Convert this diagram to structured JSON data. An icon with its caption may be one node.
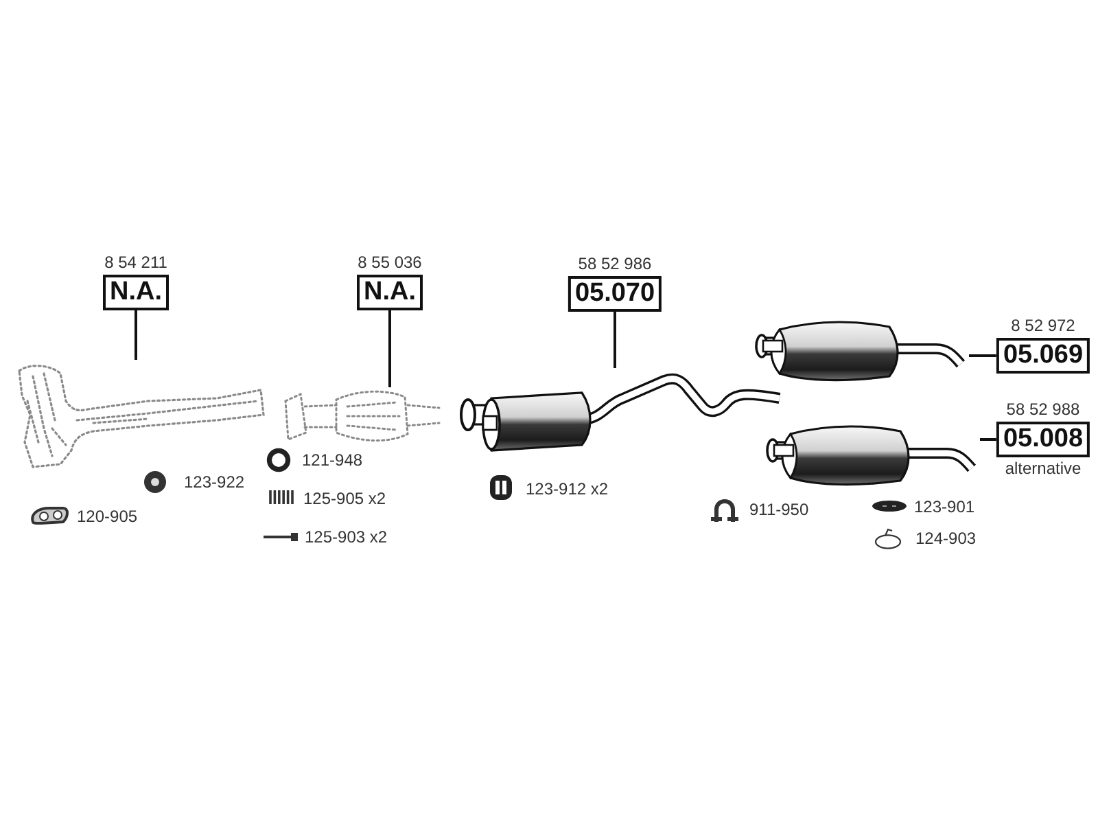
{
  "diagram": {
    "nodes": [
      {
        "text": [
          "N.A."
        ],
        "beside": [
          "8 54 211"
        ]
      },
      {
        "text": [],
        "shape": "picture"
      },
      {
        "text": [
          "N.A."
        ],
        "beside": [
          "8 55 036"
        ]
      },
      {
        "text": [],
        "shape": "picture"
      },
      {
        "text": [
          "05.070"
        ],
        "beside": [
          "58 52 986"
        ]
      },
      {
        "text": [],
        "shape": "picture"
      },
      {
        "text": [],
        "shape": "picture"
      },
      {
        "text": [
          "05.069"
        ],
        "beside": [
          "8 52 972"
        ]
      },
      {
        "text": [],
        "shape": "picture"
      },
      {
        "text": [
          "05.008"
        ],
        "beside": [
          "58 52 988",
          "alternative"
        ]
      }
    ],
    "edges": [
      {
        "from": 0,
        "to": 1,
        "arrow": "none"
      },
      {
        "from": 2,
        "to": 3,
        "arrow": "none"
      },
      {
        "from": 4,
        "to": 5,
        "arrow": "none"
      },
      {
        "from": 7,
        "to": 6,
        "arrow": "none"
      },
      {
        "from": 9,
        "to": 8,
        "arrow": "none"
      }
    ],
    "labels": [
      "123-922",
      "120-905",
      "121-948",
      "125-905 x2",
      "125-903 x2",
      "123-912 x2",
      "911-950",
      "123-901",
      "124-903"
    ]
  }
}
